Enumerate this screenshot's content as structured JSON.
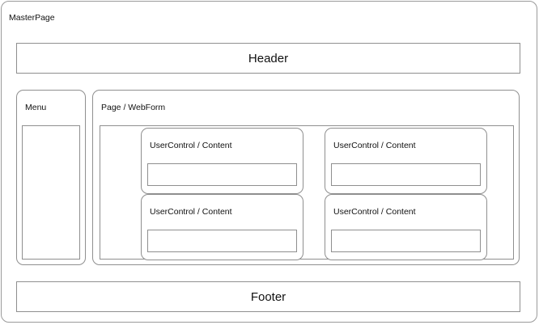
{
  "master": {
    "label": "MasterPage"
  },
  "header": {
    "label": "Header"
  },
  "menu": {
    "label": "Menu"
  },
  "page": {
    "label": "Page / WebForm"
  },
  "user_controls": [
    {
      "label": "UserControl / Content"
    },
    {
      "label": "UserControl / Content"
    },
    {
      "label": "UserControl / Content"
    },
    {
      "label": "UserControl / Content"
    }
  ],
  "footer": {
    "label": "Footer"
  },
  "colors": {
    "border": "#8f8f8f",
    "background": "#ffffff",
    "text": "#111111"
  }
}
